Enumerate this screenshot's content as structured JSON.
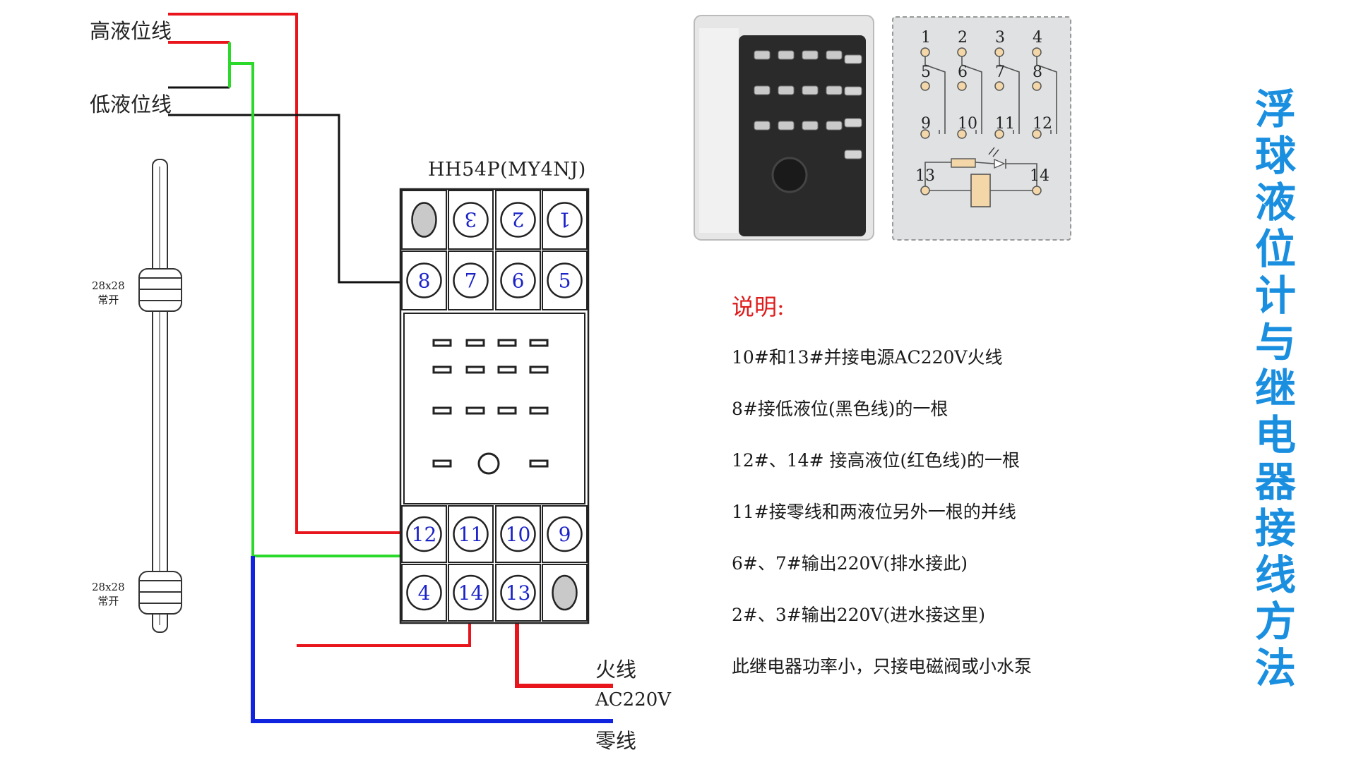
{
  "wire_labels": {
    "high_level": "高液位线",
    "low_level": "低液位线",
    "live": "火线",
    "voltage": "AC220V",
    "neutral": "零线"
  },
  "relay": {
    "model": "HH54P(MY4NJ)",
    "top_row_1": [
      "3",
      "2",
      "1"
    ],
    "top_row_2": [
      "8",
      "7",
      "6",
      "5"
    ],
    "bottom_row_1": [
      "12",
      "11",
      "10",
      "9"
    ],
    "bottom_row_2": [
      "4",
      "14",
      "13"
    ]
  },
  "float_switch": {
    "upper": {
      "size": "28x28",
      "state": "常开"
    },
    "lower": {
      "size": "28x28",
      "state": "常开"
    }
  },
  "pinout": {
    "row1": [
      "1",
      "2",
      "3",
      "4"
    ],
    "row2": [
      "5",
      "6",
      "7",
      "8"
    ],
    "row3": [
      "9",
      "10",
      "11",
      "12"
    ],
    "coil": [
      "13",
      "14"
    ]
  },
  "notes": {
    "title": "说明:",
    "items": [
      "10#和13#并接电源AC220V火线",
      "8#接低液位(黑色线)的一根",
      "12#、14# 接高液位(红色线)的一根",
      "11#接零线和两液位另外一根的并线",
      "6#、7#输出220V(排水接此)",
      "2#、3#输出220V(进水接这里)",
      "此继电器功率小，只接电磁阀或小水泵"
    ]
  },
  "title_chars": [
    "浮",
    "球",
    "液",
    "位",
    "计",
    "与",
    "继",
    "电",
    "器",
    "接",
    "线",
    "方",
    "法"
  ],
  "colors": {
    "red_wire": "#e8161c",
    "green_wire": "#2bd92b",
    "blue_wire": "#1024e0",
    "black_wire": "#111111",
    "title": "#1a8fe0",
    "note_title": "#e01b1b",
    "terminal_number": "#1a22c8"
  }
}
